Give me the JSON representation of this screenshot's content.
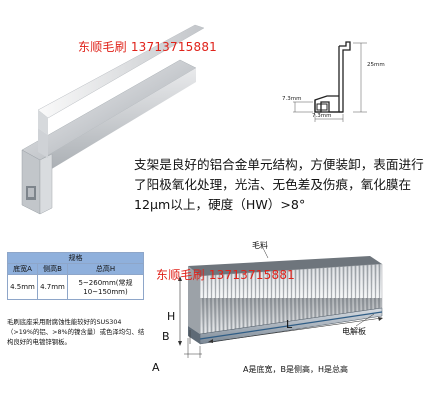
{
  "watermark_top": "东顺毛刷  13713715881",
  "watermark_mid": "东顺毛刷  13713715881",
  "profile_dims": {
    "height": "25mm",
    "left": "7.3mm",
    "bottom": "7.3mm"
  },
  "description": "支架是良好的铝合金单元结构，方便装卸，表面进行了阳极氧化处理，光洁、无色差及伤痕，氧化膜在12μm以上，硬度（HW）>8°",
  "spec_table": {
    "title": "规格",
    "columns": [
      "底宽A",
      "侧高B",
      "总高H"
    ],
    "row": [
      "4.5mm",
      "4.7mm",
      "5~260mm(常规10~150mm)"
    ]
  },
  "note": "毛刷底座采用耐腐蚀性能较好的SUS304（>19%的铝、>8%的镍含量）或色泽均匀、结构良好的电镀锌钢板。",
  "brush_labels": {
    "fiber": "毛料",
    "plate": "电解板",
    "H": "H",
    "B": "B",
    "L": "L",
    "A": "A"
  },
  "caption": "A是底宽，B是侧高，H是总高",
  "colors": {
    "watermark": "#e0231b",
    "table_header": "#8fb0dc"
  }
}
